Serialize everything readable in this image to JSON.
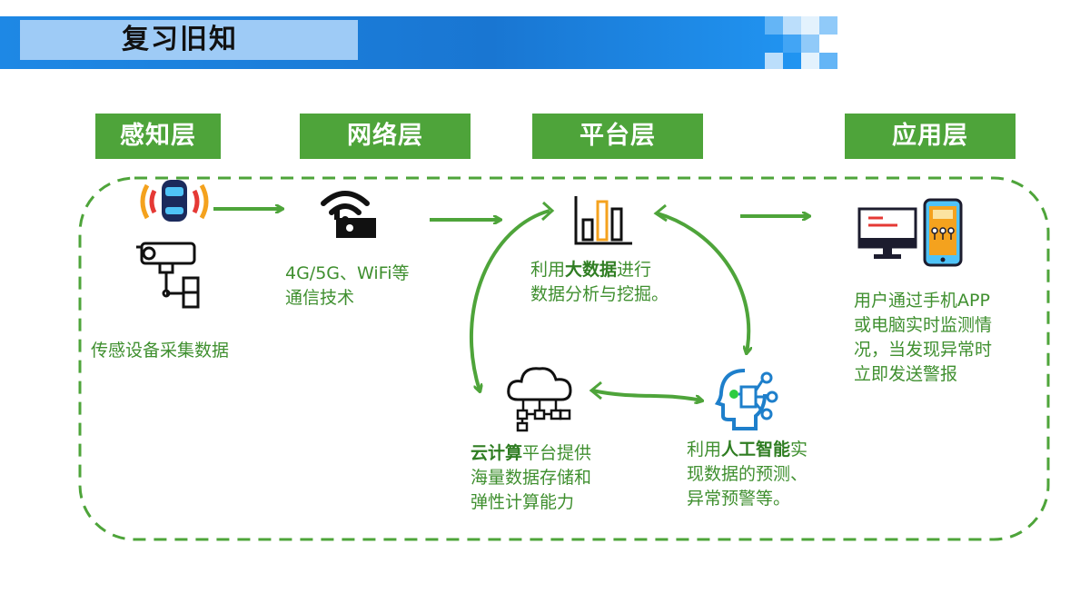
{
  "header": {
    "title": "复习旧知"
  },
  "layers": [
    {
      "label": "感知层"
    },
    {
      "label": "网络层"
    },
    {
      "label": "平台层"
    },
    {
      "label": "应用层"
    }
  ],
  "perception": {
    "text": "传感设备采集数据"
  },
  "network": {
    "line1": "4G/5G、WiFi等",
    "line2": "通信技术"
  },
  "platform": {
    "pre": "利用",
    "bold": "大数据",
    "post": "进行",
    "line2": "数据分析与挖掘。"
  },
  "cloud": {
    "bold": "云计算",
    "post": "平台提供",
    "line2": "海量数据存储和",
    "line3": "弹性计算能力"
  },
  "ai": {
    "pre": "利用",
    "bold": "人工智能",
    "post": "实",
    "line2": "现数据的预测、",
    "line3": "异常预警等。"
  },
  "application": {
    "line1": "用户通过手机APP",
    "line2": "或电脑实时监测情",
    "line3": "况，当发现异常时",
    "line4": "立即发送警报"
  },
  "colors": {
    "green": "#4ea43a",
    "blue": "#1e88e5",
    "text_green": "#3f8f2f"
  }
}
